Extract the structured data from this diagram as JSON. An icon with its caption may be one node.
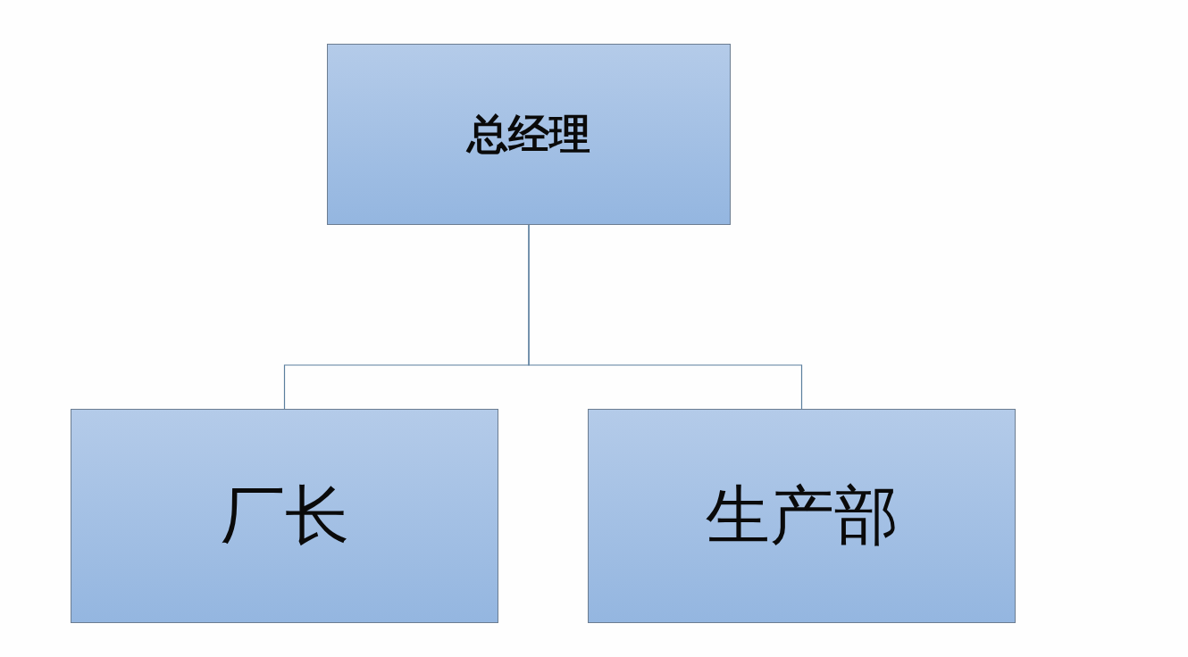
{
  "diagram": {
    "nodes": [
      {
        "text": [
          "总经理"
        ]
      },
      {
        "text": [
          "厂长"
        ]
      },
      {
        "text": [
          "生产部"
        ]
      }
    ],
    "edges": [
      {
        "from": 0,
        "to": 1,
        "arrow": "none"
      },
      {
        "from": 0,
        "to": 2,
        "arrow": "none"
      }
    ]
  }
}
